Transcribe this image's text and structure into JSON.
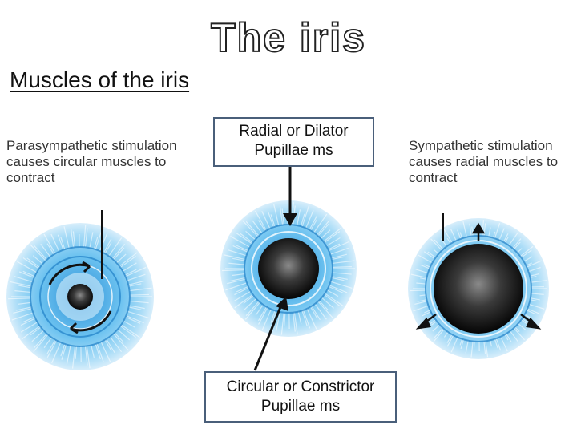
{
  "slide": {
    "title": "The iris",
    "subtitle": "Muscles of the iris"
  },
  "captions": {
    "left": "Parasympathetic stimulation causes circular muscles to contract",
    "right": "Sympathetic stimulation causes radial muscles to contract"
  },
  "labels": {
    "radial": "Radial or Dilator Pupillae ms",
    "circular": "Circular or Constrictor Pupillae ms"
  },
  "colors": {
    "iris_blue": "#5bb8ec",
    "iris_light": "#bfe3f8",
    "pupil_dark": "#111111",
    "box_border": "#4a5f7a"
  },
  "icons": [
    "curved-arrow-icon",
    "radial-arrow-icon"
  ]
}
